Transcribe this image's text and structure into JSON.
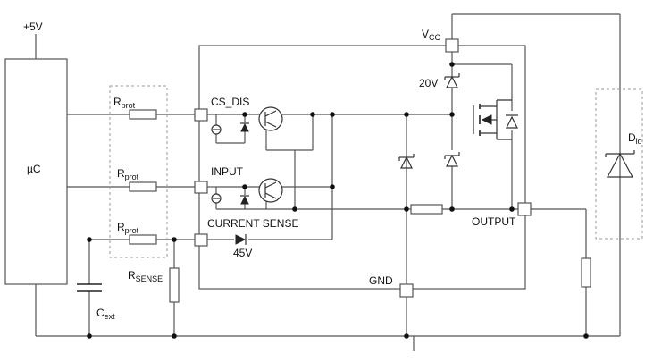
{
  "labels": {
    "supply": "+5V",
    "microcontroller": "µC",
    "r_prot_main": "R",
    "r_prot_sub": "prot",
    "cs_dis": "CS_DIS",
    "input": "INPUT",
    "current_sense": "CURRENT SENSE",
    "zener_45": "45V",
    "r_sense_main": "R",
    "r_sense_sub": "SENSE",
    "c_ext_main": "C",
    "c_ext_sub": "ext",
    "vcc_main": "V",
    "vcc_sub": "CC",
    "zener_20": "20V",
    "gnd": "GND",
    "output": "OUTPUT",
    "d_ld_main": "D",
    "d_ld_sub": "ld"
  }
}
